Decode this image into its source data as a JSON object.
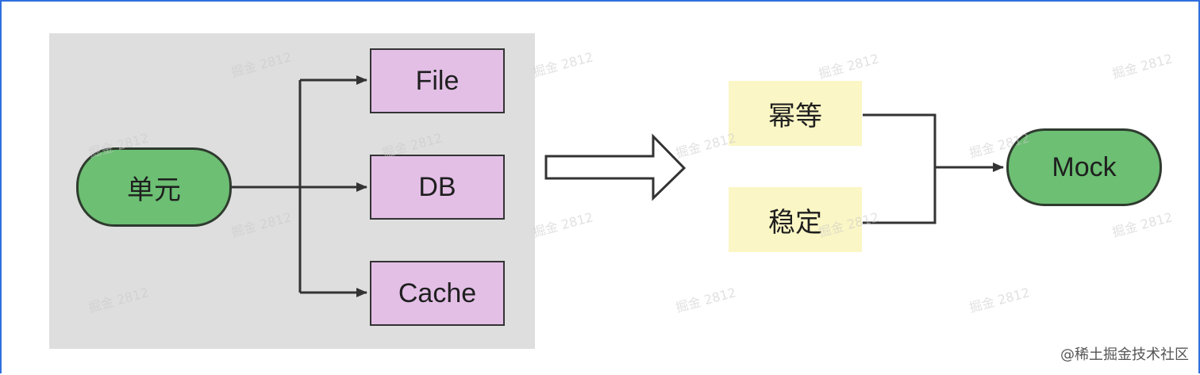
{
  "left_group": {
    "source": "单元",
    "targets": [
      "File",
      "DB",
      "Cache"
    ]
  },
  "right_group": {
    "inputs": [
      "幂等",
      "稳定"
    ],
    "output": "Mock"
  },
  "watermark_text": "掘金 2812",
  "credit": "@稀土掘金技术社区",
  "colors": {
    "panel_gray": "#dedede",
    "purple_box": "#e3bfe6",
    "yellow_box": "#fbf6c5",
    "green_node": "#6cbf73",
    "frame_blue": "#2f6fe0"
  }
}
